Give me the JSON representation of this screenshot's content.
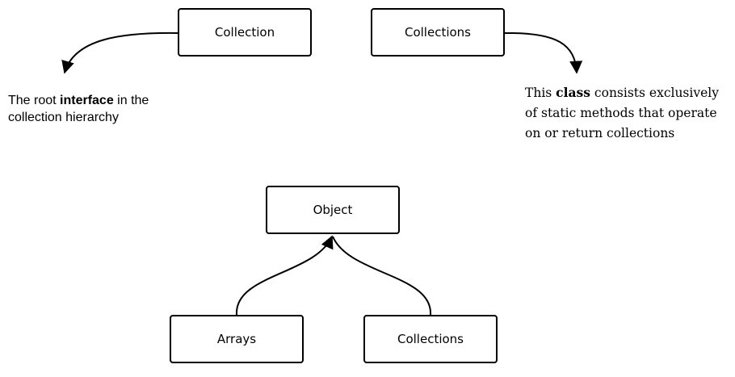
{
  "nodes": {
    "collection": "Collection",
    "collections_top": "Collections",
    "object": "Object",
    "arrays": "Arrays",
    "collections_bottom": "Collections"
  },
  "notes": {
    "collection": {
      "before": "The root ",
      "bold": "interface",
      "after": " in the collection hierarchy"
    },
    "collections": {
      "before": "This ",
      "bold": "class",
      "after": " consists exclusively of static methods that operate on or return collections"
    }
  },
  "colors": {
    "stroke": "#000000",
    "background": "#ffffff"
  }
}
